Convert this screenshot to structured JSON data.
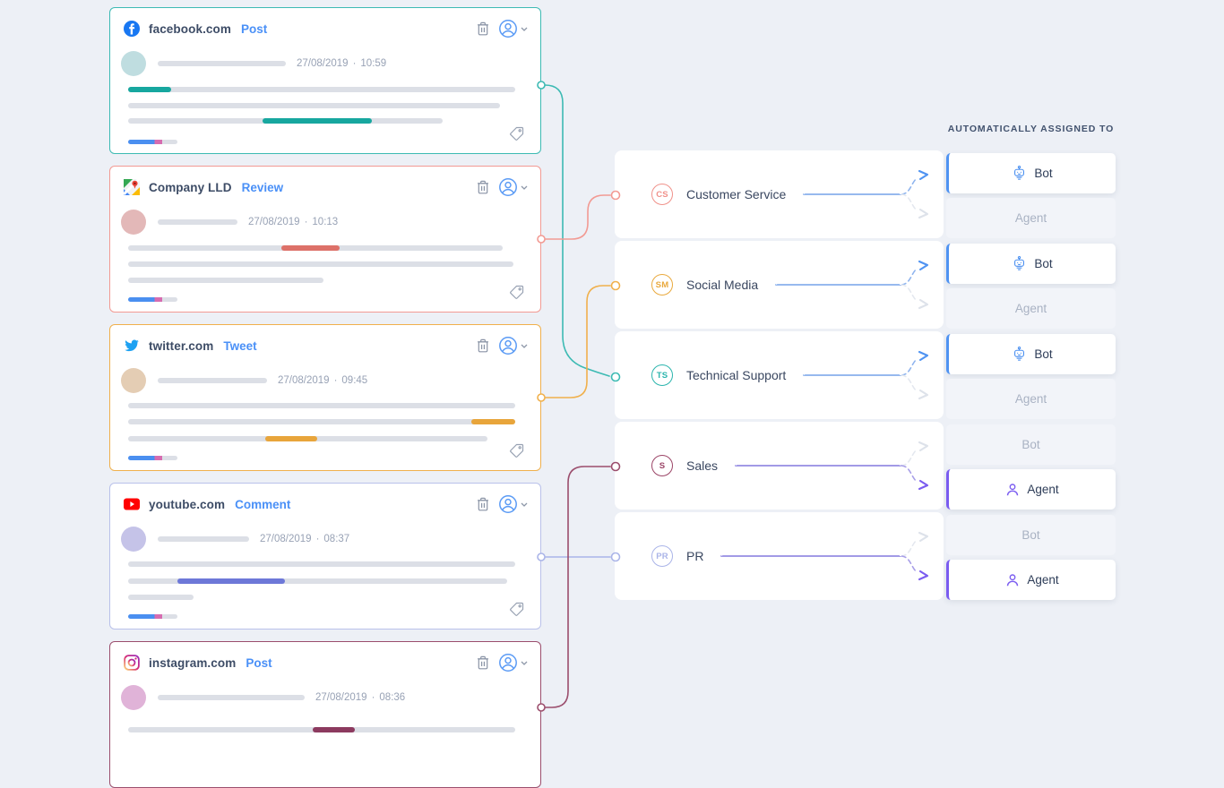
{
  "header": {
    "assigned_to": "AUTOMATICALLY ASSIGNED TO"
  },
  "meta": {
    "separator": "·"
  },
  "cards": [
    {
      "site": "facebook.com",
      "type": "Post",
      "date": "27/08/2019",
      "time": "10:59",
      "icon": "facebook-icon",
      "accent": "#3cbab3",
      "highlight": "#17a79f",
      "avatar": "#bfdde0"
    },
    {
      "site": "Company LLD",
      "type": "Review",
      "date": "27/08/2019",
      "time": "10:13",
      "icon": "google-maps-icon",
      "accent": "#f29a93",
      "highlight": "#dd7169",
      "avatar": "#e3b8b8"
    },
    {
      "site": "twitter.com",
      "type": "Tweet",
      "date": "27/08/2019",
      "time": "09:45",
      "icon": "twitter-icon",
      "accent": "#f0b04c",
      "highlight": "#e8a53b",
      "avatar": "#e4cdb4"
    },
    {
      "site": "youtube.com",
      "type": "Comment",
      "date": "27/08/2019",
      "time": "08:37",
      "icon": "youtube-icon",
      "accent": "#b9c1ea",
      "highlight": "#6d78d8",
      "avatar": "#c5c3e8"
    },
    {
      "site": "instagram.com",
      "type": "Post",
      "date": "27/08/2019",
      "time": "08:36",
      "icon": "instagram-icon",
      "accent": "#9b4e6d",
      "highlight": "#8c3a5f",
      "avatar": "#e0b3d8"
    }
  ],
  "categories": [
    {
      "initials": "CS",
      "label": "Customer Service",
      "color": "#f0918a",
      "assigned": "Bot"
    },
    {
      "initials": "SM",
      "label": "Social Media",
      "color": "#e9a93d",
      "assigned": "Bot"
    },
    {
      "initials": "TS",
      "label": "Technical Support",
      "color": "#2bb5ad",
      "assigned": "Bot"
    },
    {
      "initials": "S",
      "label": "Sales",
      "color": "#9b4466",
      "assigned": "Agent"
    },
    {
      "initials": "PR",
      "label": "PR",
      "color": "#aab4e8",
      "assigned": "Agent"
    }
  ],
  "assignment": {
    "bot_label": "Bot",
    "agent_label": "Agent",
    "bot_accent": "#4f93f2",
    "agent_accent": "#7a5cf0",
    "bot_icon": "robot-icon",
    "agent_icon": "person-icon"
  },
  "connections": [
    {
      "from": "facebook.com",
      "to": "Technical Support",
      "color": "#3cbab3"
    },
    {
      "from": "Company LLD",
      "to": "Customer Service",
      "color": "#f29a93"
    },
    {
      "from": "twitter.com",
      "to": "Social Media",
      "color": "#f0b04c"
    },
    {
      "from": "youtube.com",
      "to": "PR",
      "color": "#aab4e8"
    },
    {
      "from": "instagram.com",
      "to": "Sales",
      "color": "#9b4e6d"
    }
  ]
}
